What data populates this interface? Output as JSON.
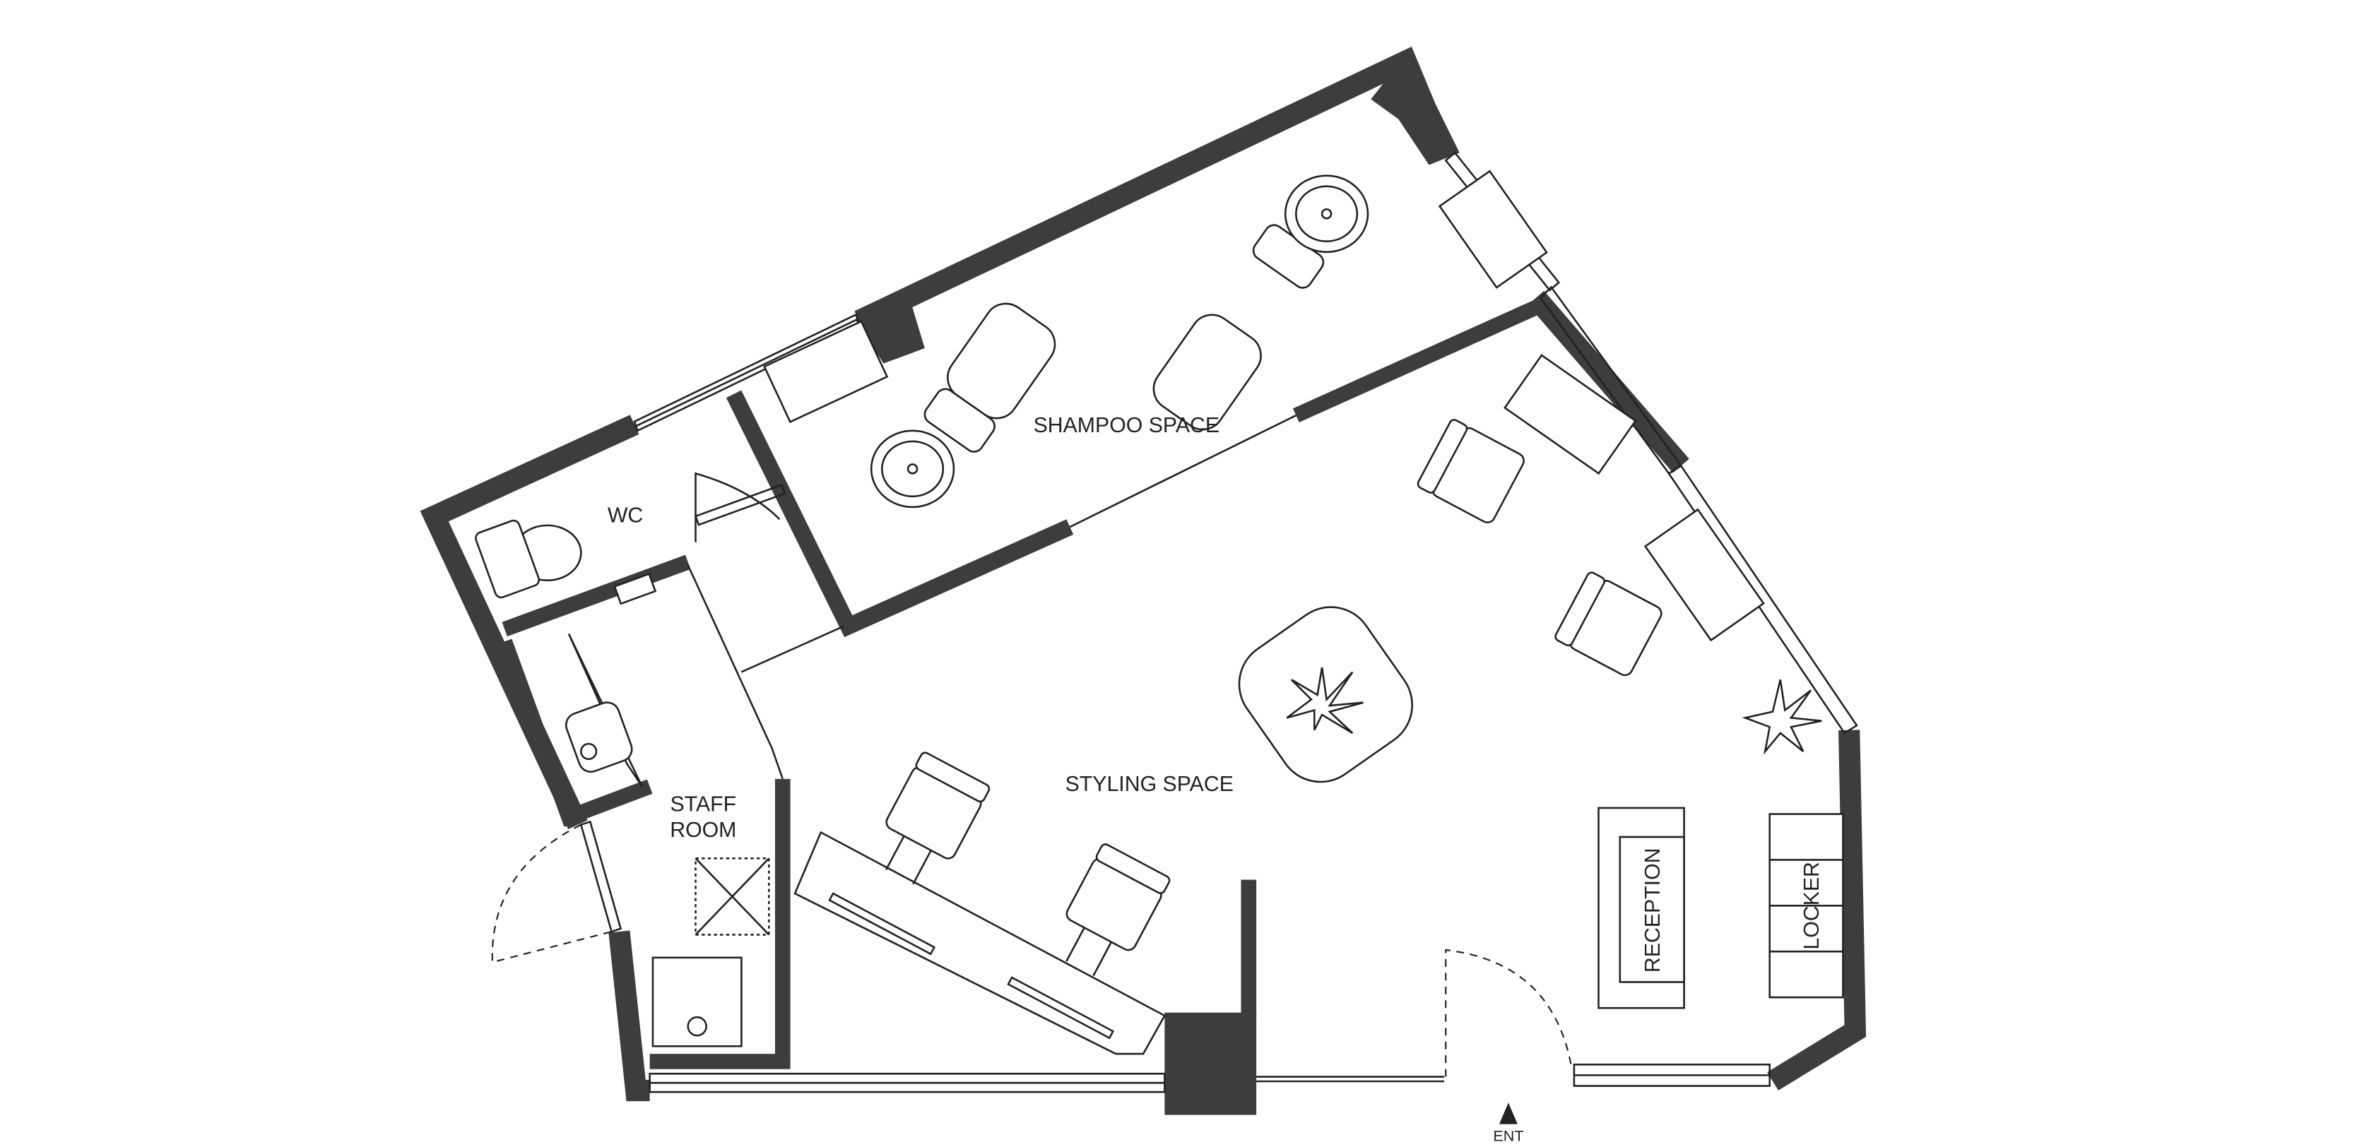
{
  "plan": {
    "rooms": {
      "shampoo": "SHAMPOO SPACE",
      "wc": "WC",
      "staff_line1": "STAFF",
      "staff_line2": "ROOM",
      "styling": "STYLING SPACE"
    },
    "furniture": {
      "reception": "RECEPTION",
      "locker": "LOCKER"
    },
    "entrance": "ENT",
    "colors": {
      "wall": "#3d3d3d",
      "line": "#222222",
      "background": "#ffffff"
    }
  }
}
